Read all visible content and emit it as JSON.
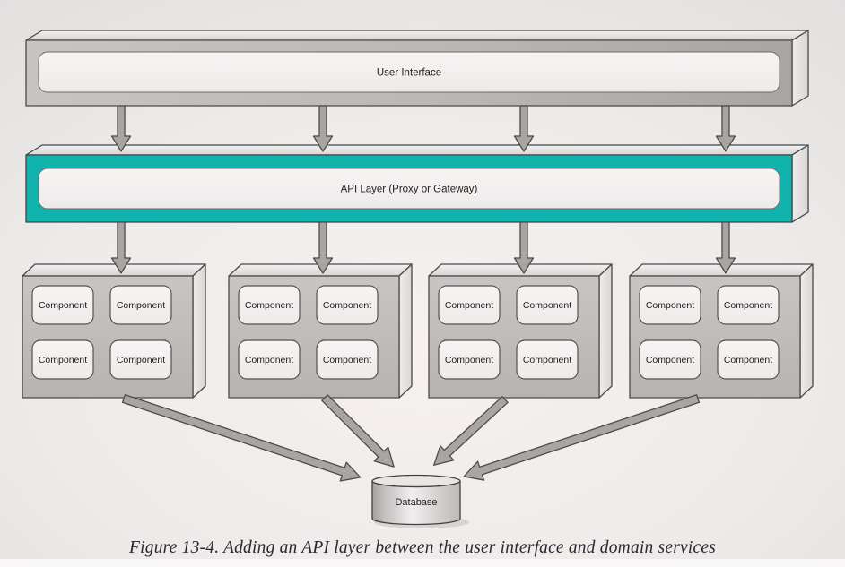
{
  "figure": {
    "caption": "Figure 13-4. Adding an API layer between the user interface and domain services"
  },
  "diagram": {
    "ui_layer": {
      "label": "User Interface"
    },
    "api_layer": {
      "label": "API Layer (Proxy or Gateway)"
    },
    "groups": [
      {
        "components": [
          "Component",
          "Component",
          "Component",
          "Component"
        ]
      },
      {
        "components": [
          "Component",
          "Component",
          "Component",
          "Component"
        ]
      },
      {
        "components": [
          "Component",
          "Component",
          "Component",
          "Component"
        ]
      },
      {
        "components": [
          "Component",
          "Component",
          "Component",
          "Component"
        ]
      }
    ],
    "database": {
      "label": "Database"
    }
  },
  "colors": {
    "api_accent": "#12b2ad",
    "box_gray": "#bfbbbb",
    "panel_light": "#f4f2f1",
    "arrow_gray": "#aaa5a5",
    "outline": "#4d4949",
    "caption_text": "#2e2731",
    "background": "#efecec"
  }
}
